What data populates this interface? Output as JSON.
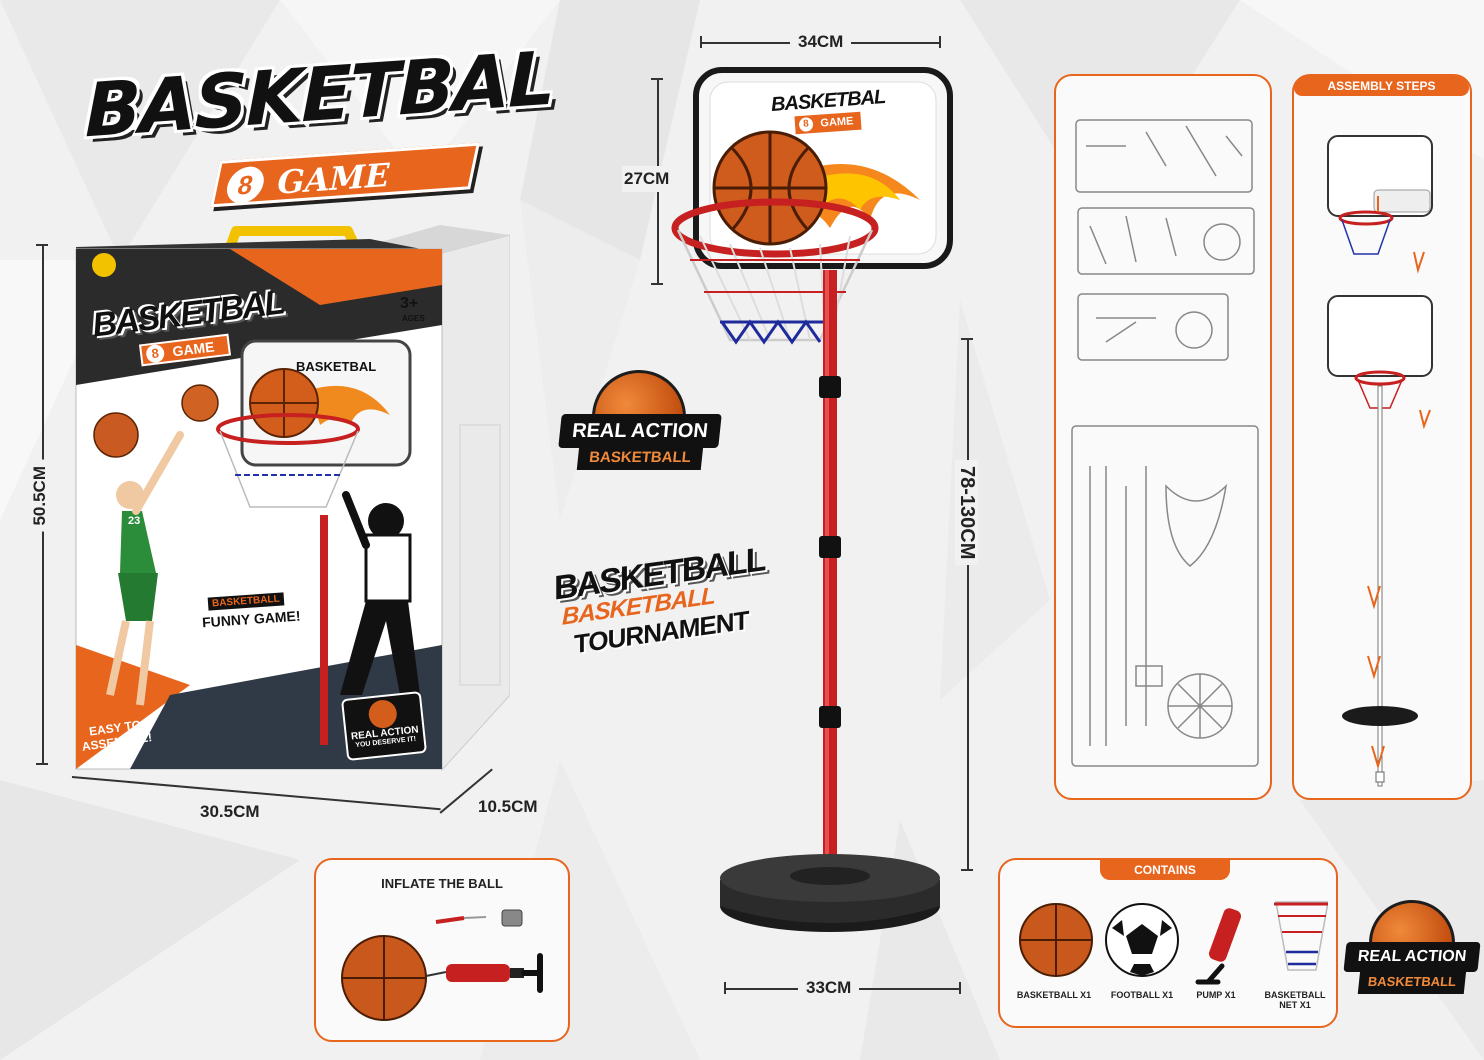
{
  "logo": {
    "title": "BASKETBAL",
    "number": "8",
    "subtitle": "GAME"
  },
  "dimensions": {
    "box_height": "50.5CM",
    "box_width": "30.5CM",
    "box_depth": "10.5CM",
    "backboard_width": "34CM",
    "backboard_height": "27CM",
    "stand_height": "78-130CM",
    "base_width": "33CM"
  },
  "package": {
    "age": "3+",
    "age_label": "AGES",
    "title": "BASKETBAL",
    "number": "8",
    "subtitle": "GAME",
    "backboard_title": "BASKETBAL",
    "funny_tag": "BASKETBALL",
    "funny_text": "FUNNY GAME!",
    "easy_text": "EASY TO ASSEMBLE!",
    "real_action": "REAL ACTION",
    "real_action_sub": "YOU DESERVE IT!",
    "jersey_number": "23"
  },
  "backboard": {
    "title": "BASKETBAL",
    "number": "8",
    "subtitle": "GAME"
  },
  "badges": {
    "real_action_top": "REAL ACTION",
    "real_action_bottom": "BASKETBALL",
    "tournament_line1": "BASKETBALL",
    "tournament_line2": "BASKETBALL",
    "tournament_line3": "TOURNAMENT"
  },
  "inflate_panel": {
    "title": "INFLATE THE BALL"
  },
  "assembly_panel": {
    "title": "ASSEMBLY STEPS"
  },
  "contains_panel": {
    "title": "CONTAINS",
    "items": [
      {
        "label": "BASKETBALL X1"
      },
      {
        "label": "FOOTBALL X1"
      },
      {
        "label": "PUMP X1"
      },
      {
        "label": "BASKETBALL NET X1"
      }
    ]
  },
  "colors": {
    "accent": "#e8651e",
    "pole": "#c62020",
    "dark": "#111111"
  }
}
